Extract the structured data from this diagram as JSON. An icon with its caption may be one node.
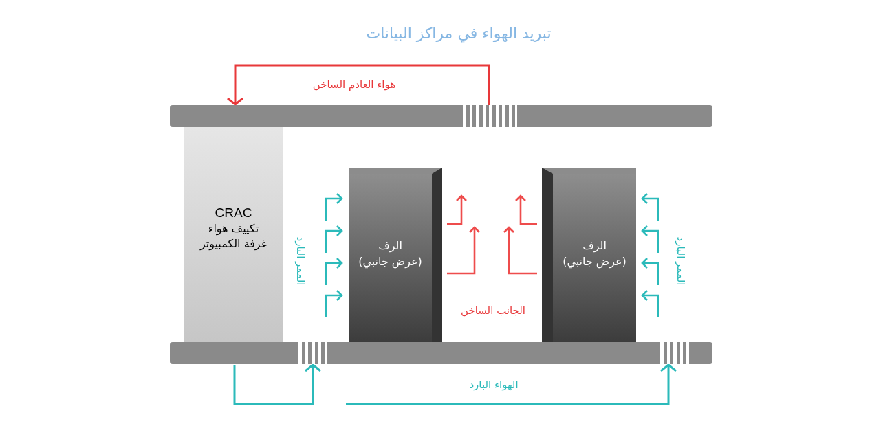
{
  "diagram": {
    "title": "تبريد الهواء في مراكز البيانات",
    "nodes": [
      {
        "text": [],
        "shape": "bar"
      },
      {
        "text": [],
        "shape": "box",
        "in": 0
      },
      {
        "text": [
          "CRAC",
          "تكييف هواء غرفة الكمبيوتر"
        ]
      },
      {
        "text": [
          "الرف (عرض جانبي)"
        ]
      },
      {
        "text": [
          "الرف (عرض جانبي)"
        ]
      },
      {
        "text": [],
        "shape": "bar"
      },
      {
        "text": [],
        "shape": "box",
        "in": 5
      },
      {
        "text": [],
        "shape": "box",
        "in": 5
      }
    ],
    "edges": [
      {
        "from": 1,
        "to": 0,
        "arrow": "to",
        "label": "هواء العادم الساخن",
        "color": "#e8383a"
      },
      {
        "from": 5,
        "to": 6,
        "arrow": "to"
      },
      {
        "from": null,
        "to": 7,
        "arrow": "to",
        "label": "الهواء البارد"
      }
    ],
    "labels": [
      "الممر البارد",
      "الجانب الساخن",
      "الممر البارد"
    ]
  }
}
